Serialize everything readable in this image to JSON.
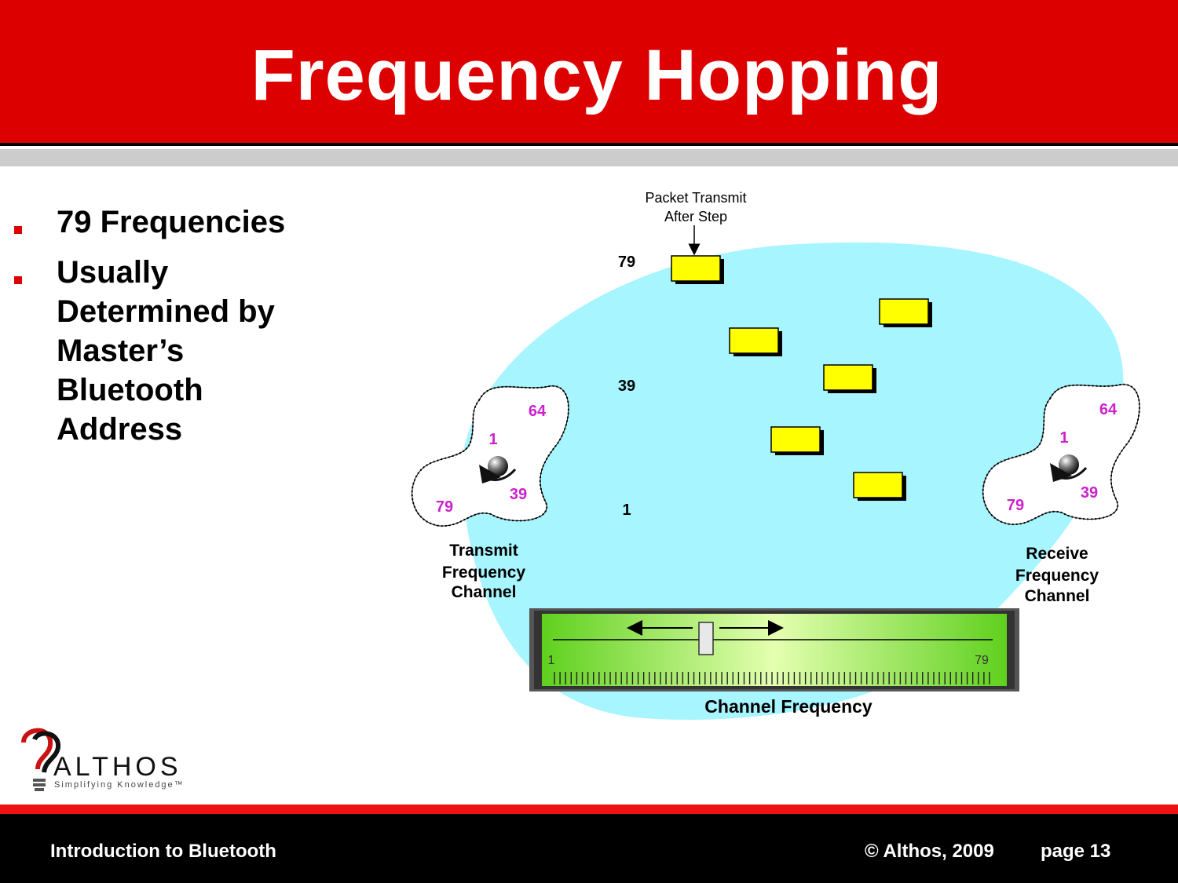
{
  "slide": {
    "title": "Frequency Hopping",
    "bullets": [
      "79 Frequencies",
      "Usually Determined by Master’s Bluetooth Address"
    ]
  },
  "diagram": {
    "packet_label_line1": "Packet Transmit",
    "packet_label_line2": "After Step",
    "axis_labels": {
      "top": "79",
      "middle": "39",
      "bottom": "1"
    },
    "transmit": {
      "line1": "Transmit",
      "line2": "Frequency",
      "line3": "Channel",
      "dial": {
        "n64": "64",
        "n1": "1",
        "n39": "39",
        "n79": "79"
      }
    },
    "receive": {
      "line1": "Receive",
      "line2": "Frequency",
      "line3": "Channel",
      "dial": {
        "n64": "64",
        "n1": "1",
        "n39": "39",
        "n79": "79"
      }
    },
    "slider": {
      "min_label": "1",
      "max_label": "79",
      "caption": "Channel Frequency"
    },
    "colors": {
      "blob": "#a6f5ff",
      "packet": "#ffff00",
      "dial_numbers": "#cc22cc",
      "slider": "#66dd22"
    }
  },
  "logo": {
    "word": "ALTHOS",
    "tagline": "Simplifying Knowledge™"
  },
  "footer": {
    "left": "Introduction to Bluetooth",
    "copyright": "© Althos, 2009",
    "page": "page 13"
  }
}
